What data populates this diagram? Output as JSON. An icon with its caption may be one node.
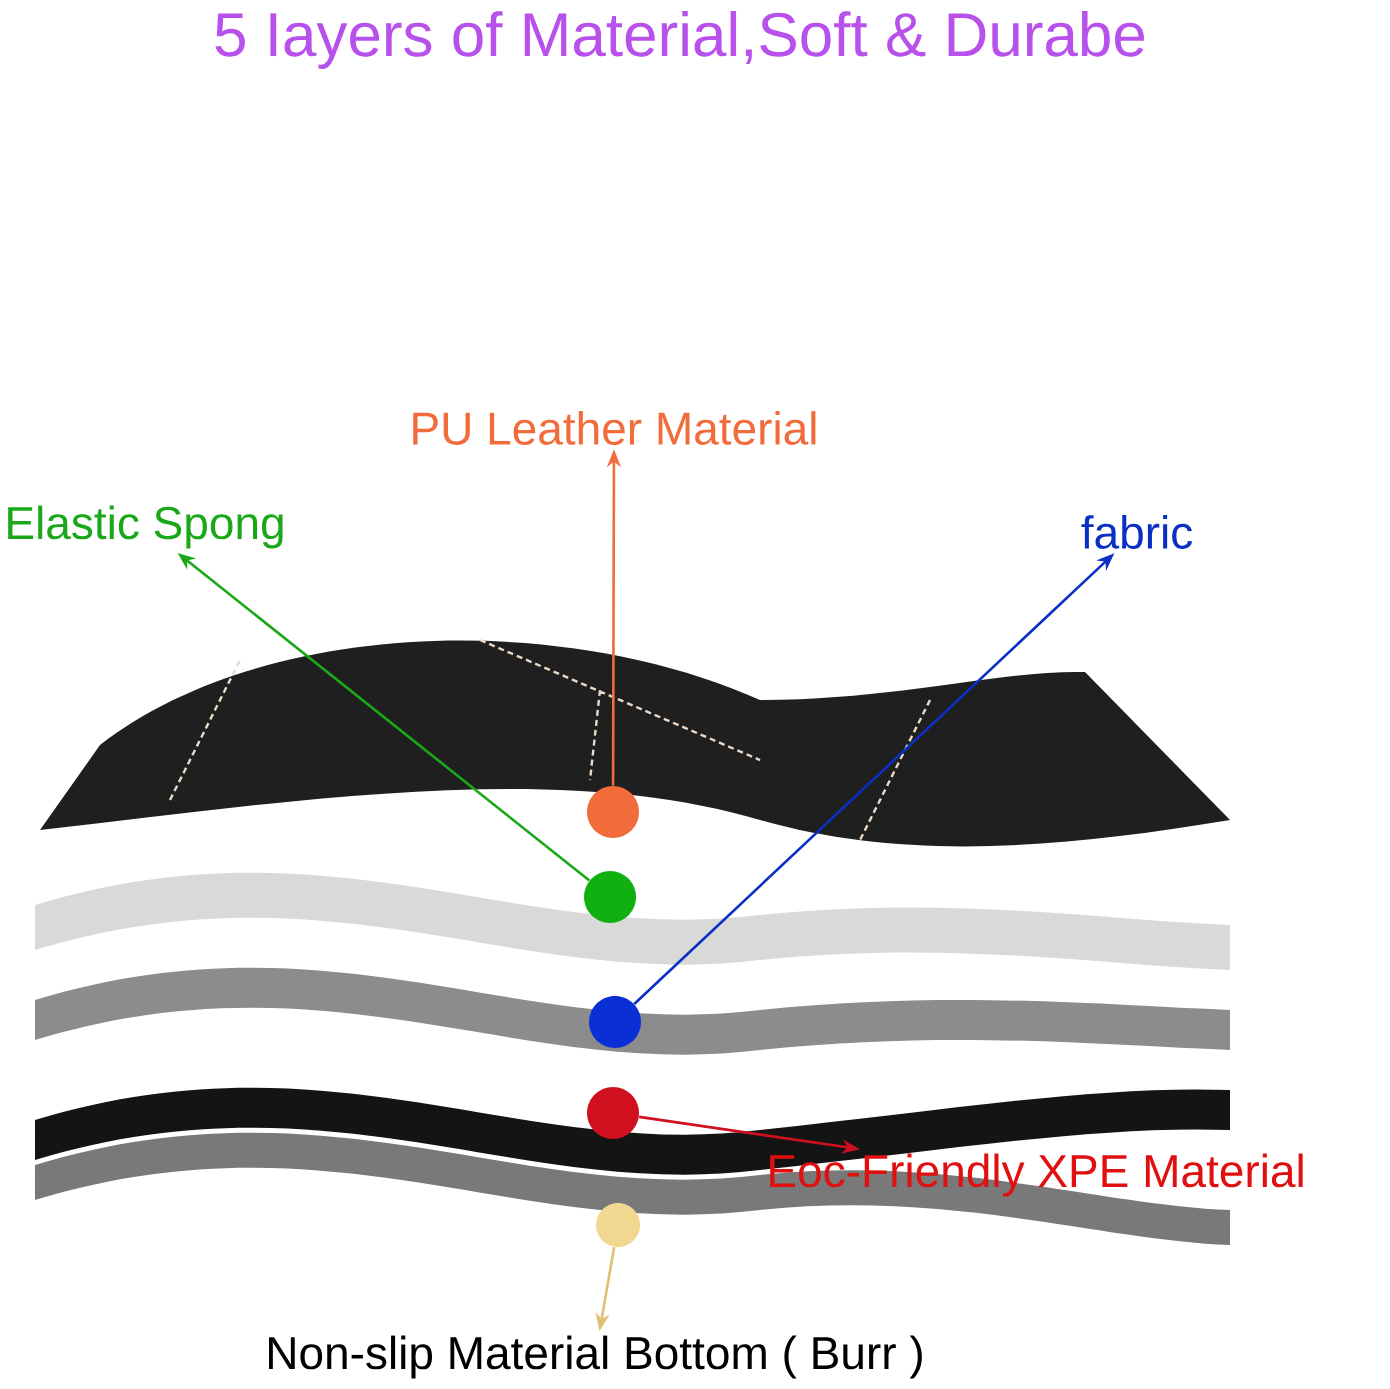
{
  "diagram": {
    "title": "5 Iayers of Material,Soft & Durabe",
    "nodes": [
      {
        "text": [
          "PU Leather Material"
        ]
      },
      {
        "text": [
          "Elastic Spong"
        ]
      },
      {
        "text": [
          "fabric"
        ]
      },
      {
        "text": [],
        "shape": "circle"
      },
      {
        "text": [],
        "shape": "circle"
      },
      {
        "text": [],
        "shape": "circle"
      },
      {
        "text": [],
        "shape": "circle"
      },
      {
        "text": [
          "Eoc-Friendly XPE Material"
        ]
      },
      {
        "text": [],
        "shape": "circle"
      },
      {
        "text": [
          "Non-slip Material Bottom ( Burr )"
        ]
      }
    ],
    "edges": [
      {
        "from": 3,
        "to": 0,
        "arrow": "to",
        "color": "#f26b3a"
      },
      {
        "from": 4,
        "to": 1,
        "arrow": "to",
        "color": "#1aa81a"
      },
      {
        "from": 5,
        "to": 2,
        "arrow": "to",
        "color": "#0a2fc4"
      },
      {
        "from": 6,
        "to": 7,
        "arrow": "to",
        "color": "#d0101e"
      },
      {
        "from": 8,
        "to": 9,
        "arrow": "to",
        "color": "#e0c070"
      }
    ]
  }
}
